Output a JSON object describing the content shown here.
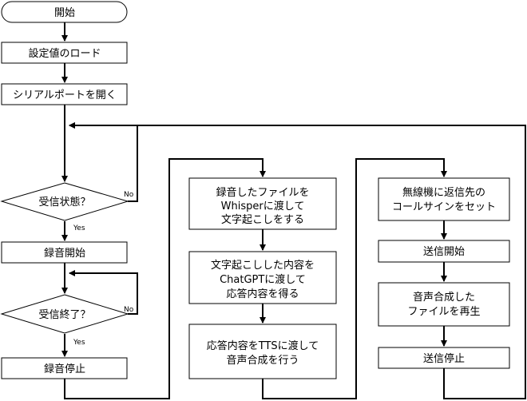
{
  "nodes": {
    "start": "開始",
    "load_settings": "設定値のロード",
    "open_serial": "シリアルポートを開く",
    "receiving": "受信状態？",
    "rec_start": "録音開始",
    "rec_end_check": "受信終了？",
    "rec_stop": "録音停止",
    "whisper": [
      "録音したファイルを",
      "Whisperに渡して",
      "文字起こしをする"
    ],
    "chatgpt": [
      "文字起こしした内容を",
      "ChatGPTに渡して",
      "応答内容を得る"
    ],
    "tts": [
      "応答内容をTTSに渡して",
      "音声合成を行う"
    ],
    "callsign": [
      "無線機に返信先の",
      "コールサインをセット"
    ],
    "send_start": "送信開始",
    "play": [
      "音声合成した",
      "ファイルを再生"
    ],
    "send_stop": "送信停止"
  },
  "edge_labels": {
    "yes": "Yes",
    "no": "No"
  }
}
